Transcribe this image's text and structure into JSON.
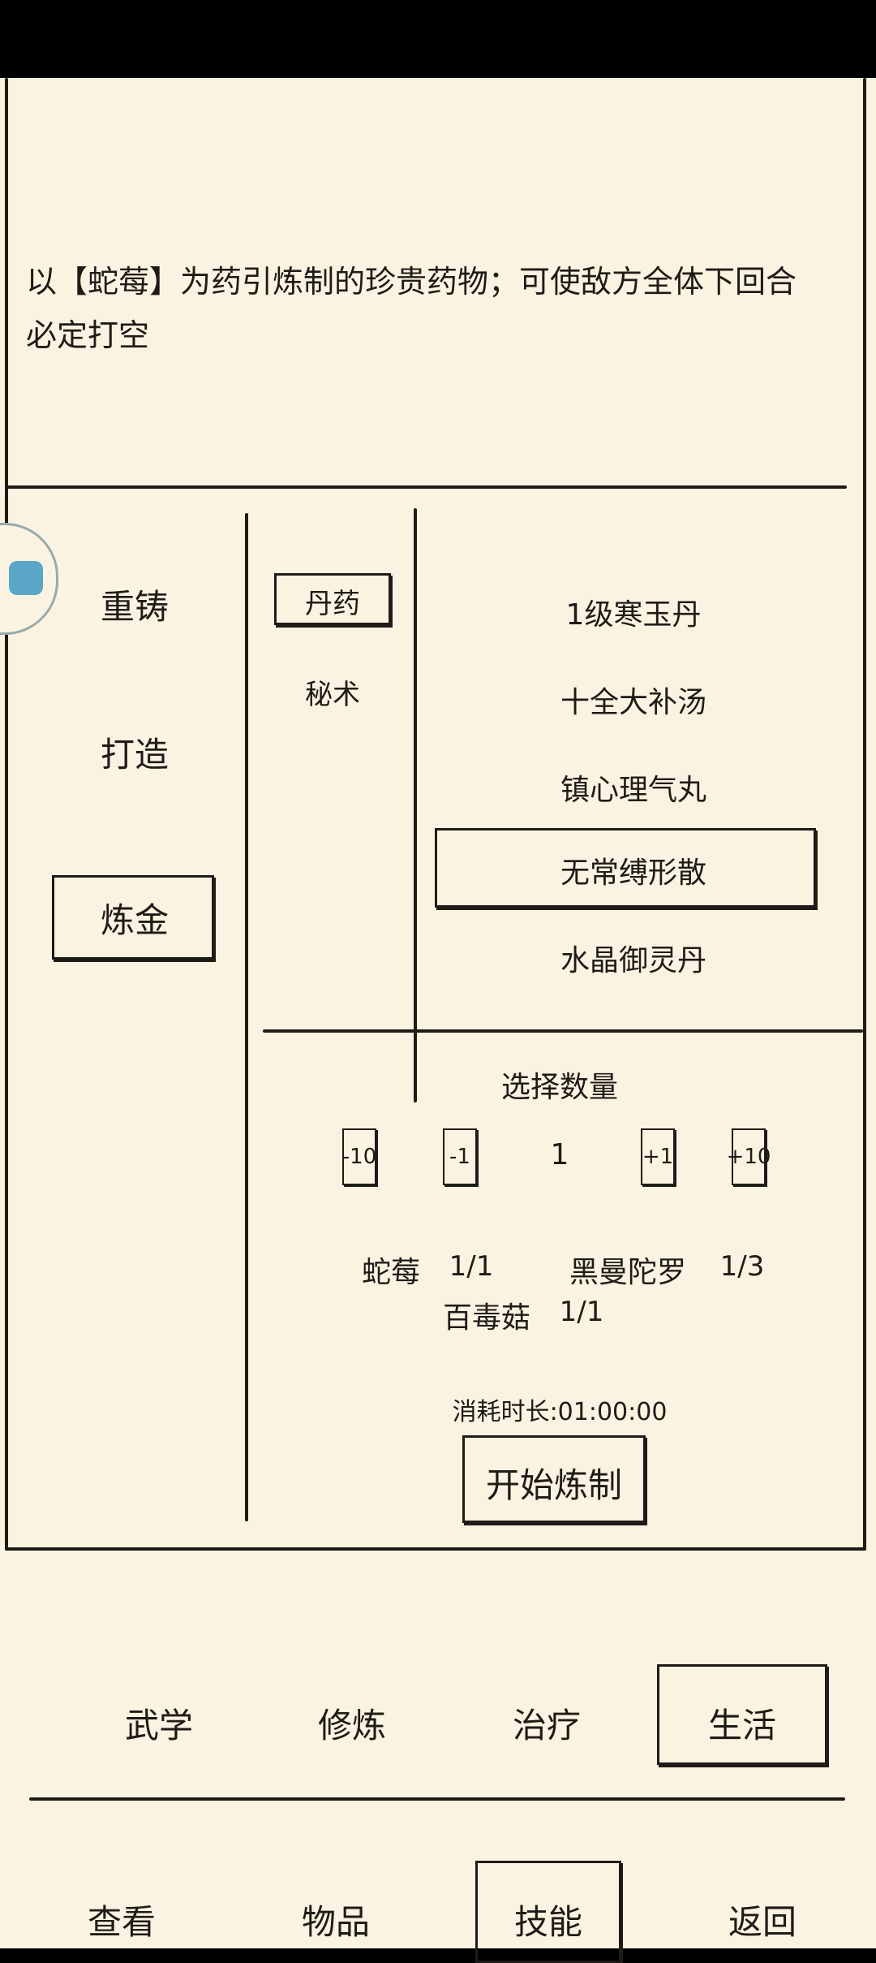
{
  "description": {
    "line1": "以【蛇莓】为药引炼制的珍贵药物；可使敌方全体下回合",
    "line2": "必定打空"
  },
  "left_menu": {
    "items": [
      "重铸",
      "打造",
      "炼金"
    ],
    "selected": "炼金"
  },
  "category_menu": {
    "items": [
      "丹药",
      "秘术"
    ],
    "selected": "丹药"
  },
  "recipes": {
    "items": [
      "1级寒玉丹",
      "十全大补汤",
      "镇心理气丸",
      "无常缚形散",
      "水晶御灵丹"
    ],
    "selected": "无常缚形散"
  },
  "quantity": {
    "label": "选择数量",
    "value": "1",
    "buttons": [
      "-10",
      "-1",
      "+1",
      "+10"
    ]
  },
  "materials": [
    {
      "name": "蛇莓",
      "count": "1/1"
    },
    {
      "name": "黑曼陀罗",
      "count": "1/3"
    },
    {
      "name": "百毒菇",
      "count": "1/1"
    }
  ],
  "duration": "消耗时长:01:00:00",
  "start_button": "开始炼制",
  "skill_tabs": {
    "items": [
      "武学",
      "修炼",
      "治疗",
      "生活"
    ],
    "selected": "生活"
  },
  "bottom_nav": {
    "items": [
      "查看",
      "物品",
      "技能",
      "返回"
    ],
    "selected": "技能"
  },
  "icons": {
    "floating_handle": "floating-assist-icon"
  },
  "colors": {
    "paper": "#fbf3e2",
    "ink": "#1f1b16",
    "accent": "#5aa7c7"
  }
}
